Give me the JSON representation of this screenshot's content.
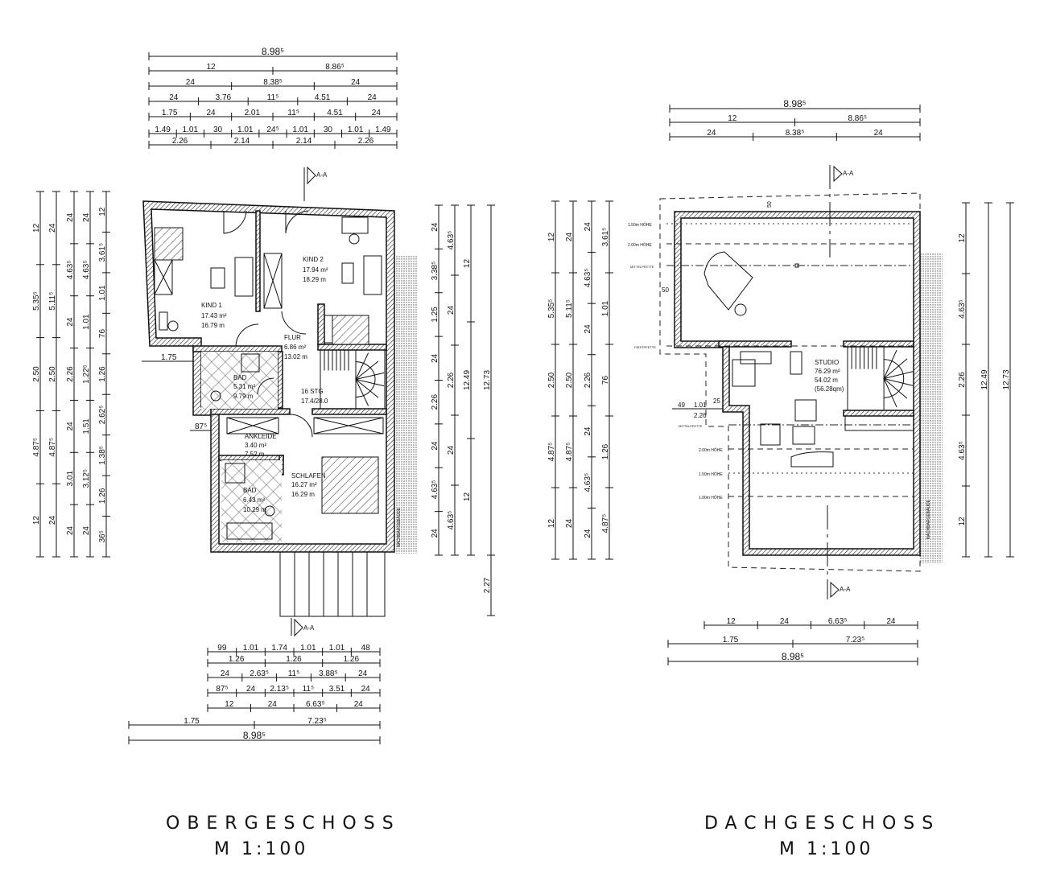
{
  "obergeschoss": {
    "title": "OBERGESCHOSS",
    "scale": "M 1:100",
    "section_marker": "A-A",
    "neighbor": "NACHBARGEBÄUDE",
    "rooms": [
      {
        "name": "KIND 1",
        "area": "17.43 m²",
        "perimeter": "16.79 m"
      },
      {
        "name": "KIND 2",
        "area": "17.94 m²",
        "perimeter": "18.29 m"
      },
      {
        "name": "FLUR",
        "area": "6.86 m²",
        "perimeter": "13.02 m"
      },
      {
        "name": "BAD",
        "area": "5.31 m²",
        "perimeter": "9.79 m"
      },
      {
        "name": "16 STG",
        "area": "17.4/28.0",
        "perimeter": ""
      },
      {
        "name": "ANKLEIDE",
        "area": "3.40 m²",
        "perimeter": "7.52 m"
      },
      {
        "name": "SCHLAFEN",
        "area": "16.27 m²",
        "perimeter": "16.29 m"
      },
      {
        "name": "BAD",
        "area": "6.43 m²",
        "perimeter": "10.29 m"
      }
    ],
    "side_labels": {
      "left_offset": "1.75",
      "left_offset2": "87⁵"
    },
    "dims_top": [
      [
        "8.98⁵"
      ],
      [
        "12",
        "8.86⁵"
      ],
      [
        "24",
        "8.38⁵",
        "24"
      ],
      [
        "24",
        "3.76",
        "11⁵",
        "4.51",
        "24"
      ],
      [
        "1.75",
        "24",
        "2.01",
        "11⁵",
        "4.51",
        "24"
      ],
      [
        "1.49",
        "1.01",
        "30",
        "1.01",
        "24⁵",
        "1.01",
        "30",
        "1.01",
        "1.49"
      ],
      [
        "2.26",
        "2.14",
        "2.14",
        "2.26"
      ]
    ],
    "dims_bottom": [
      [
        "99",
        "1.01",
        "1.74",
        "1.01",
        "1.01",
        "48"
      ],
      [
        "1.26",
        "1.26",
        "1.26"
      ],
      [
        "24",
        "2.63⁵",
        "11⁵",
        "3.88⁵",
        "24"
      ],
      [
        "87⁵",
        "24",
        "2.13⁵",
        "11⁵",
        "3.51",
        "24"
      ],
      [
        "12",
        "24",
        "6.63⁵",
        "24"
      ],
      [
        "1.75",
        "7.23⁵"
      ],
      [
        "8.98⁵"
      ]
    ],
    "dims_left": [
      [
        "12",
        "5.35⁵",
        "2.50",
        "4.87⁵",
        "12"
      ],
      [
        "24",
        "5.11⁵",
        "2.50",
        "4.87⁵",
        "24"
      ],
      [
        "24",
        "4.63⁵",
        "24",
        "2.26",
        "24",
        "3.01",
        "24"
      ],
      [
        "24",
        "4.63⁵",
        "1.01",
        "1.22⁵",
        "1.51",
        "3.12⁵",
        "24"
      ],
      [
        "12",
        "3.61⁵",
        "1.01",
        "76",
        "1.26",
        "2.62⁵",
        "1.38⁵",
        "1.26",
        "36⁵"
      ]
    ],
    "dims_right": [
      [
        "24",
        "3.38⁵",
        "1.25",
        "24",
        "2.26",
        "24",
        "4.63⁵",
        "24"
      ],
      [
        "4.63⁵",
        "24",
        "2.26",
        "24",
        "4.63⁵"
      ],
      [
        "12",
        "12.49",
        "12"
      ],
      [
        "12.73"
      ],
      [
        "2.27"
      ]
    ]
  },
  "dachgeschoss": {
    "title": "DACHGESCHOSS",
    "scale": "M 1:100",
    "section_marker": "A-A",
    "neighbor": "NACHBARGEBÄUDE",
    "room": {
      "name": "STUDIO",
      "area": "76.29 m²",
      "perimeter": "54.02 m",
      "extra": "(56.28qm)"
    },
    "height_lines": [
      "1.50m HÖHE",
      "2.00m HÖHE",
      "MITTELPFETTE",
      "FIRSTPFETTE",
      "MITTELPFETTE",
      "2.00m HÖHE",
      "1.50m HÖHE",
      "1.00m HÖHE"
    ],
    "small_dims": [
      "50",
      "50",
      "49",
      "1.01",
      "25",
      "2.26"
    ],
    "dims_top": [
      [
        "8.98⁵"
      ],
      [
        "12",
        "8.86⁵"
      ],
      [
        "24",
        "8.38⁵",
        "24"
      ]
    ],
    "dims_bottom": [
      [
        "12",
        "24",
        "6.63⁵",
        "24"
      ],
      [
        "1.75",
        "7.23⁵"
      ],
      [
        "8.98⁵"
      ]
    ],
    "dims_left": [
      [
        "12",
        "5.35⁵",
        "2.50",
        "4.87⁵",
        "12"
      ],
      [
        "24",
        "5.11⁵",
        "2.50",
        "4.87⁵",
        "24"
      ],
      [
        "24",
        "4.63⁵",
        "24",
        "2.26",
        "24",
        "4.63⁵",
        "24"
      ],
      [
        "3.61⁵",
        "1.01",
        "76",
        "1.26",
        "4.87⁵"
      ]
    ],
    "dims_right": [
      [
        "12",
        "4.63⁵",
        "2.26",
        "4.63⁵",
        "12"
      ],
      [
        "12.49"
      ],
      [
        "12.73"
      ]
    ]
  }
}
